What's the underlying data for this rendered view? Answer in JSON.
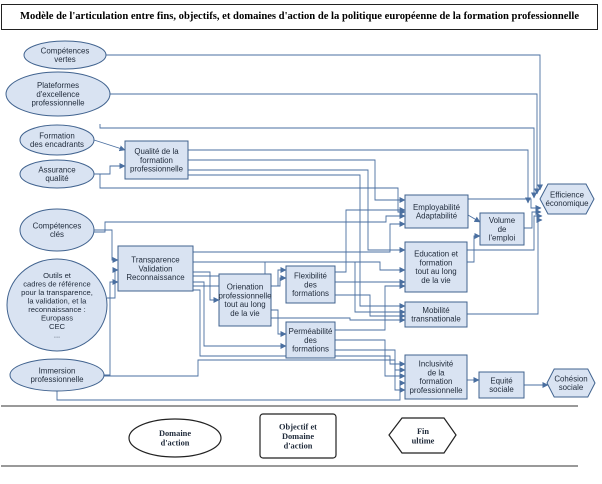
{
  "title": "Modèle de l'articulation entre fins, objectifs, et domaines d'action de la politique européenne de la formation professionnelle",
  "colors": {
    "node_fill": "#d9e3f2",
    "node_stroke": "#41638f",
    "arrow": "#4a6fa0",
    "text": "#1f2a3a"
  },
  "domains": [
    {
      "id": "competences-vertes",
      "lines": [
        "Compétences",
        "vertes"
      ]
    },
    {
      "id": "plateformes",
      "lines": [
        "Plateformes",
        "d'excellence",
        "professionnelle"
      ]
    },
    {
      "id": "formation-encadrants",
      "lines": [
        "Formation",
        "des encadrants"
      ]
    },
    {
      "id": "assurance-qualite",
      "lines": [
        "Assurance",
        "qualité"
      ]
    },
    {
      "id": "competences-cles",
      "lines": [
        "Compétences",
        "clés"
      ]
    },
    {
      "id": "outils-cadres",
      "lines": [
        "Outils et",
        "cadres de référence",
        "pour la transparence,",
        "la validation, et la",
        "reconnaissance :",
        "Europass",
        "CEC",
        "..."
      ]
    },
    {
      "id": "immersion",
      "lines": [
        "Immersion",
        "professionnelle"
      ]
    }
  ],
  "objectives": [
    {
      "id": "qualite-formation",
      "lines": [
        "Qualité de la",
        "formation",
        "professionnelle"
      ]
    },
    {
      "id": "transparence",
      "lines": [
        "Transparence",
        "Validation",
        "Reconnaissance"
      ]
    },
    {
      "id": "orientation",
      "lines": [
        "Orienation",
        "professionnelle",
        "tout au long",
        "de la vie"
      ]
    },
    {
      "id": "flexibilite",
      "lines": [
        "Flexibilité",
        "des",
        "formations"
      ]
    },
    {
      "id": "permeabilite",
      "lines": [
        "Perméabilité",
        "des",
        "formations"
      ]
    },
    {
      "id": "employabilite",
      "lines": [
        "Employabilité",
        "Adaptabilité"
      ]
    },
    {
      "id": "volume-emploi",
      "lines": [
        "Volume",
        "de",
        "l'emploi"
      ]
    },
    {
      "id": "education-formation",
      "lines": [
        "Education et",
        "formation",
        "tout au long",
        "de la vie"
      ]
    },
    {
      "id": "mobilite",
      "lines": [
        "Mobilité",
        "transnationale"
      ]
    },
    {
      "id": "inclusivite",
      "lines": [
        "Inclusivité",
        "de la",
        "formation",
        "professionnelle"
      ]
    },
    {
      "id": "equite",
      "lines": [
        "Equité",
        "sociale"
      ]
    }
  ],
  "ends": [
    {
      "id": "efficience",
      "lines": [
        "Efficience",
        "économique"
      ]
    },
    {
      "id": "cohesion",
      "lines": [
        "Cohésion",
        "sociale"
      ]
    }
  ],
  "legend": {
    "domain": [
      "Domaine",
      "d'action"
    ],
    "objective": [
      "Objectif et",
      "Domaine",
      "d'action"
    ],
    "end": [
      "Fin",
      "ultime"
    ]
  }
}
